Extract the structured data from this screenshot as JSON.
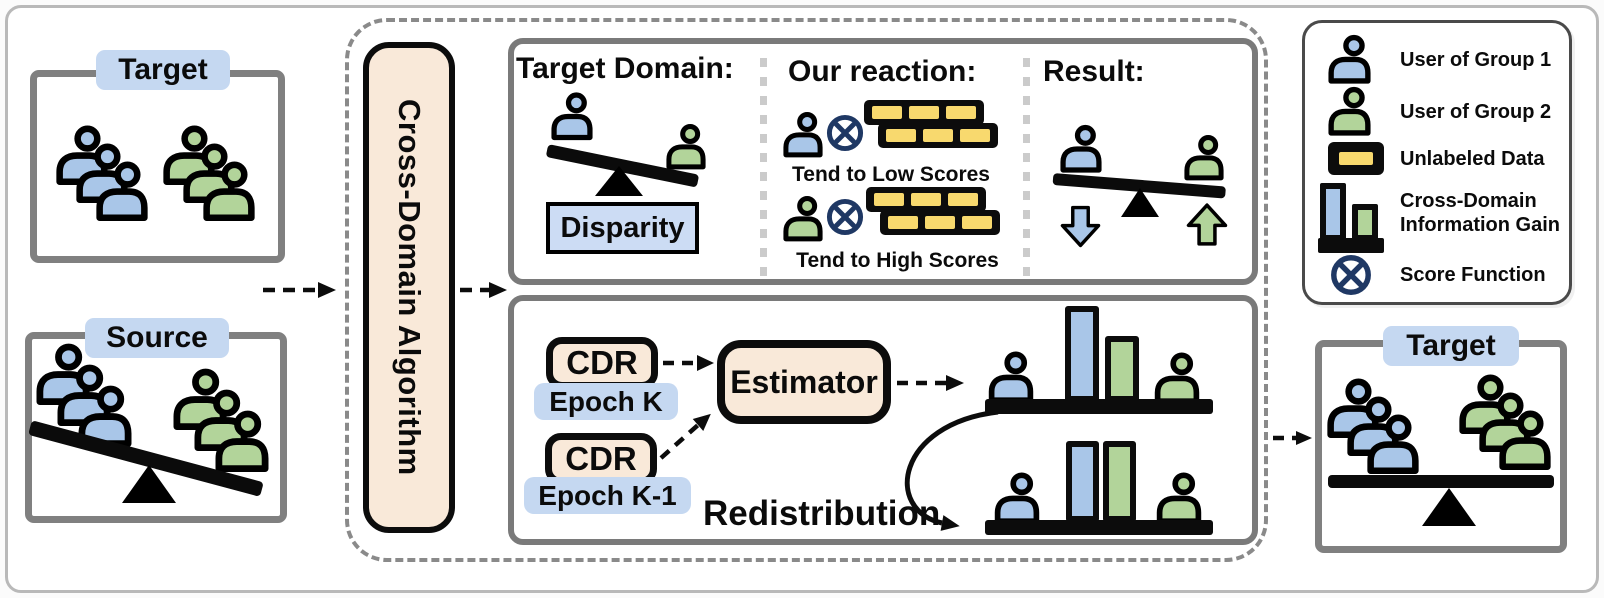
{
  "colors": {
    "group1_blue": "#a9c6e8",
    "group2_green": "#b2d49a",
    "unlabeled_yellow": "#f8d96e",
    "score_navy": "#1f3864",
    "process_box_peach": "#f9e9d9",
    "label_background_blue": "#c5d8f1",
    "panel_border_gray": "#7a7a7a"
  },
  "left_column": {
    "target_box": {
      "label": "Target"
    },
    "source_box": {
      "label": "Source"
    }
  },
  "algorithm": {
    "label": "Cross-Domain Algorithm"
  },
  "top_panel": {
    "target_domain": {
      "heading": "Target Domain:",
      "disparity_label": "Disparity"
    },
    "our_reaction": {
      "heading": "Our reaction:",
      "low_caption": "Tend to Low Scores",
      "high_caption": "Tend to High Scores"
    },
    "result": {
      "heading": "Result:"
    }
  },
  "bottom_panel": {
    "cdr_top": {
      "label": "CDR",
      "epoch": "Epoch K"
    },
    "cdr_bottom": {
      "label": "CDR",
      "epoch": "Epoch K-1"
    },
    "estimator_label": "Estimator",
    "redistribution_label": "Redistribution"
  },
  "legend": {
    "items": [
      {
        "icon": "user-group1-icon",
        "label": "User of Group 1"
      },
      {
        "icon": "user-group2-icon",
        "label": "User of Group 2"
      },
      {
        "icon": "unlabeled-data-icon",
        "label": "Unlabeled Data"
      },
      {
        "icon": "info-gain-icon",
        "label": "Cross-Domain Information Gain"
      },
      {
        "icon": "score-function-icon",
        "label": "Score Function"
      }
    ]
  },
  "right_column": {
    "target_box": {
      "label": "Target"
    }
  }
}
